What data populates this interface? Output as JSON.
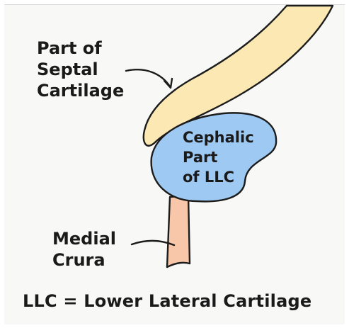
{
  "labels": {
    "septal": [
      "Part of",
      "Septal",
      "Cartilage"
    ],
    "cephalic": [
      "Cephalic",
      "Part",
      "of LLC"
    ],
    "medial": [
      "Medial",
      "Crura"
    ]
  },
  "footer": "LLC = Lower Lateral Cartilage",
  "colors": {
    "septal_cartilage": "#fbe8b3",
    "cephalic_llc": "#9ec9f3",
    "medial_crura": "#f8c6a8",
    "outline": "#1c1c1c",
    "background": "#f8f8f7"
  }
}
